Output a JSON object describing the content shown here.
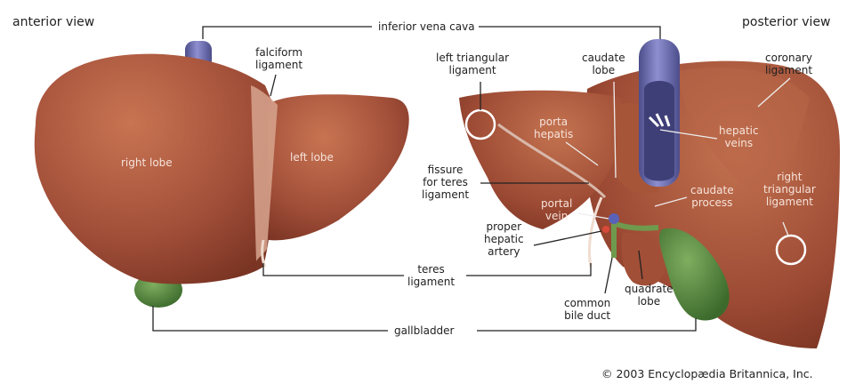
{
  "views": {
    "anterior": "anterior view",
    "posterior": "posterior view"
  },
  "labels": {
    "inferior_vena_cava": "inferior vena cava",
    "falciform_ligament": "falciform\nligament",
    "right_lobe": "right lobe",
    "left_lobe": "left lobe",
    "left_triangular_ligament": "left triangular\nligament",
    "caudate_lobe": "caudate\nlobe",
    "coronary_ligament": "coronary\nligament",
    "porta_hepatis": "porta\nhepatis",
    "hepatic_veins": "hepatic\nveins",
    "fissure_for_teres": "fissure\nfor teres\nligament",
    "caudate_process": "caudate\nprocess",
    "right_triangular_ligament": "right\ntriangular\nligament",
    "portal_vein": "portal\nvein",
    "proper_hepatic_artery": "proper\nhepatic\nartery",
    "teres_ligament": "teres\nligament",
    "common_bile_duct": "common\nbile duct",
    "quadrate_lobe": "quadrate\nlobe",
    "gallbladder": "gallbladder"
  },
  "credit": "© 2003 Encyclopædia Britannica, Inc.",
  "colors": {
    "liver": "#9e4a34",
    "liver_light": "#c8714f",
    "liver_dark": "#6e2c1c",
    "vena_cava": "#6e6fae",
    "gallbladder": "#4d7a3c",
    "label_line": "#222222"
  }
}
